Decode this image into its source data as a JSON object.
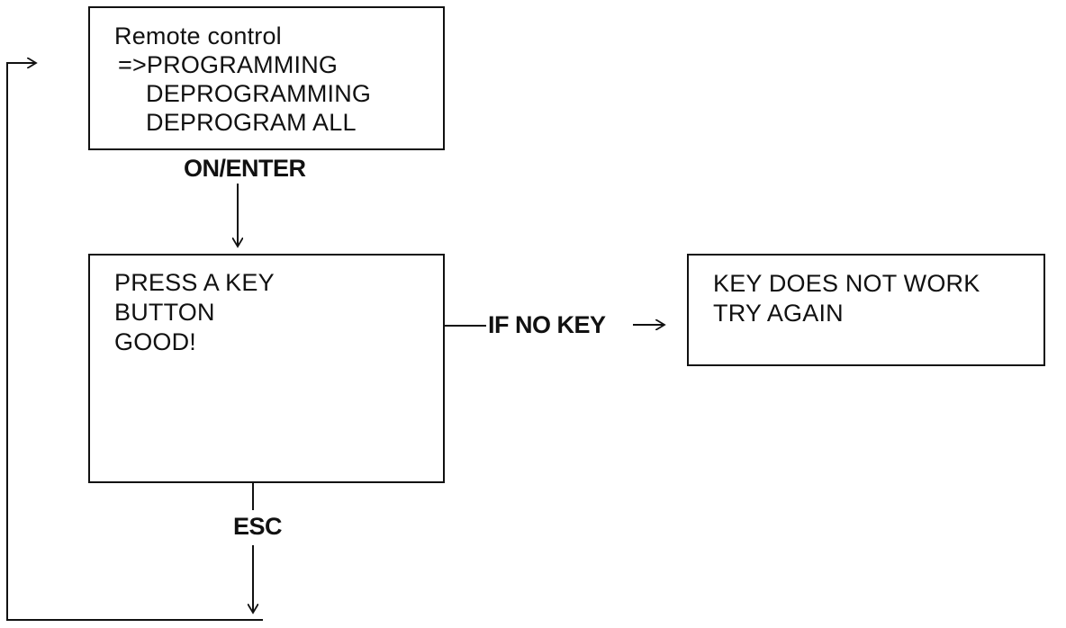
{
  "menu_box": {
    "title": "Remote control",
    "items": [
      "=>PROGRAMMING",
      "DEPROGRAMMING",
      "DEPROGRAM ALL"
    ]
  },
  "press_box": {
    "lines": [
      "PRESS A KEY",
      "BUTTON",
      "GOOD!"
    ]
  },
  "fail_box": {
    "lines": [
      "KEY DOES NOT WORK",
      "TRY AGAIN"
    ]
  },
  "edges": {
    "on_enter": "ON/ENTER",
    "if_no_key": "IF NO KEY",
    "esc": "ESC"
  }
}
